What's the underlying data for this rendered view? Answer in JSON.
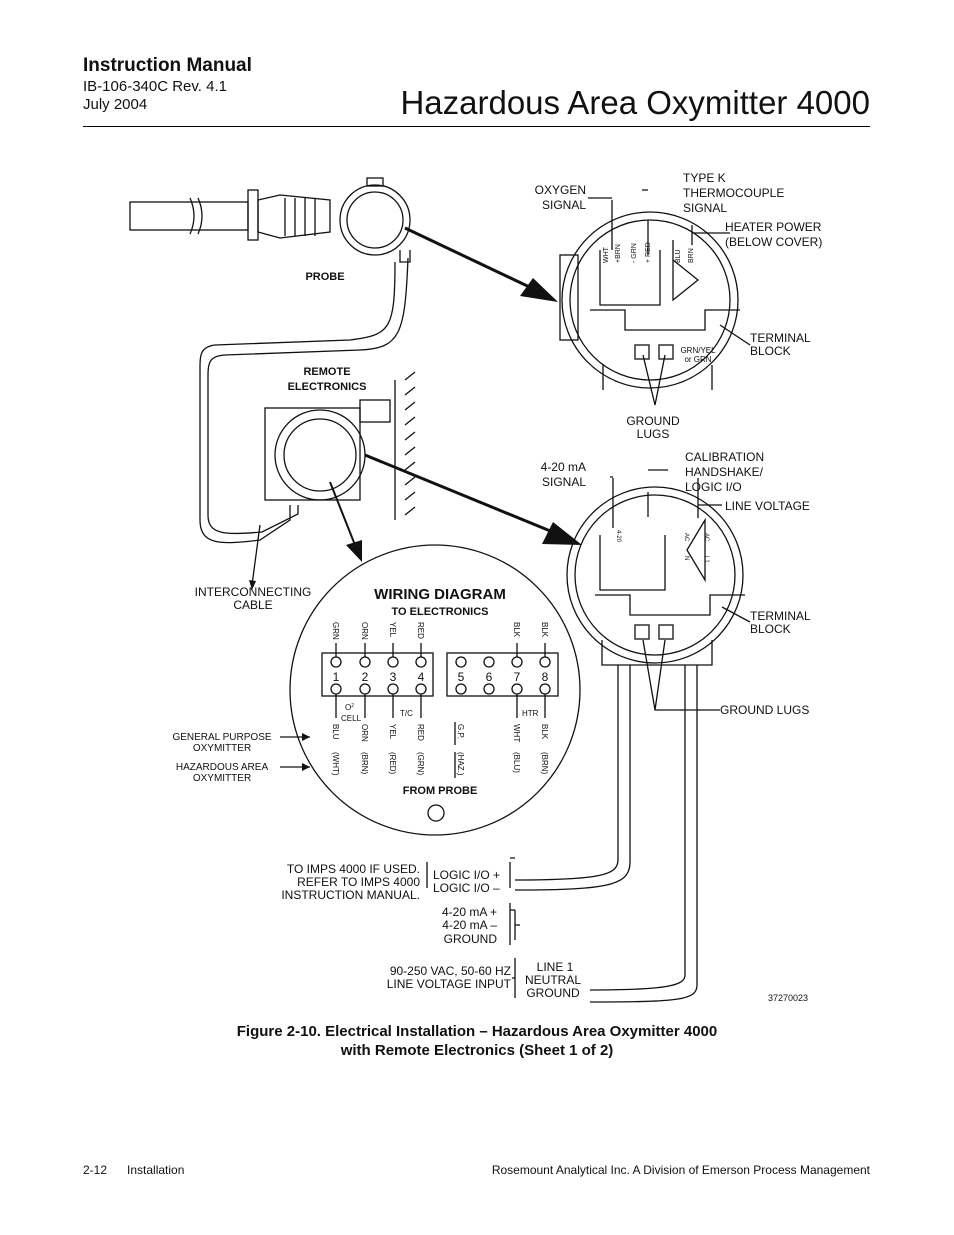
{
  "header": {
    "manual": "Instruction Manual",
    "rev": "IB-106-340C Rev. 4.1",
    "date": "July 2004",
    "title": "Hazardous Area Oxymitter 4000"
  },
  "diagram": {
    "probe": "PROBE",
    "remote1": "REMOTE",
    "remote2": "ELECTRONICS",
    "oxygen1": "OXYGEN",
    "oxygen2": "SIGNAL",
    "typek1": "TYPE K",
    "typek2": "THERMOCOUPLE",
    "typek3": "SIGNAL",
    "heater1": "HEATER POWER",
    "heater2": "(BELOW COVER)",
    "tb1": "TERMINAL",
    "tb2": "BLOCK",
    "gl1": "GROUND",
    "gl2": "LUGS",
    "grnyel1": "GRN/YEL",
    "grnyel2": "or GRN",
    "top_wires": [
      "WHT",
      "+BRN",
      "- GRN",
      "+ RED",
      "BLU",
      "BRN"
    ],
    "ma1": "4-20 mA",
    "ma2": "SIGNAL",
    "cal1": "CALIBRATION",
    "cal2": "HANDSHAKE/",
    "cal3": "LOGIC I/O",
    "linev": "LINE VOLTAGE",
    "tb3": "TERMINAL",
    "tb4": "BLOCK",
    "gl3": "GROUND LUGS",
    "bot_terms": [
      "4-20",
      "AC",
      "AC",
      "N",
      "L1"
    ],
    "ic1": "INTERCONNECTING",
    "ic2": "CABLE",
    "wd_title": "WIRING DIAGRAM",
    "wd_sub": "TO ELECTRONICS",
    "wd_top": [
      "GRN",
      "ORN",
      "YEL",
      "RED",
      "BLK",
      "BLK"
    ],
    "wd_nums": [
      "1",
      "2",
      "3",
      "4",
      "5",
      "6",
      "7",
      "8"
    ],
    "o2": "O",
    "o2sub": "2",
    "cell": "CELL",
    "tc": "T/C",
    "htr": "HTR",
    "wd_bot": [
      "BLU",
      "ORN",
      "YEL",
      "RED",
      "G.P.",
      "WHT",
      "BLK"
    ],
    "wd_bot2": [
      "(WHT)",
      "(BRN)",
      "(RED)",
      "(GRN)",
      "(HAZ.)",
      "(BLU)",
      "(BRN)"
    ],
    "from_probe": "FROM  PROBE",
    "gp1": "GENERAL PURPOSE",
    "gp2": "OXYMITTER",
    "ha1": "HAZARDOUS AREA",
    "ha2": "OXYMITTER",
    "imps1": "TO IMPS 4000 IF USED.",
    "imps2": "REFER TO IMPS 4000",
    "imps3": "INSTRUCTION MANUAL.",
    "logic1": "LOGIC I/O +",
    "logic2": "LOGIC I/O –",
    "sig1": "4-20 mA +",
    "sig2": "4-20 mA –",
    "sig3": "GROUND",
    "vac1": "90-250 VAC, 50-60 HZ",
    "vac2": "LINE VOLTAGE INPUT",
    "line1": "LINE 1",
    "neutral": "NEUTRAL",
    "ground": "GROUND",
    "drawing_no": "37270023"
  },
  "caption": {
    "line1": "Figure 2-10.  Electrical Installation – Hazardous Area Oxymitter 4000",
    "line2": "with Remote Electronics (Sheet 1 of 2)"
  },
  "footer": {
    "left": "2-12      Installation",
    "right": "Rosemount Analytical Inc.  A Division of Emerson Process Management"
  }
}
